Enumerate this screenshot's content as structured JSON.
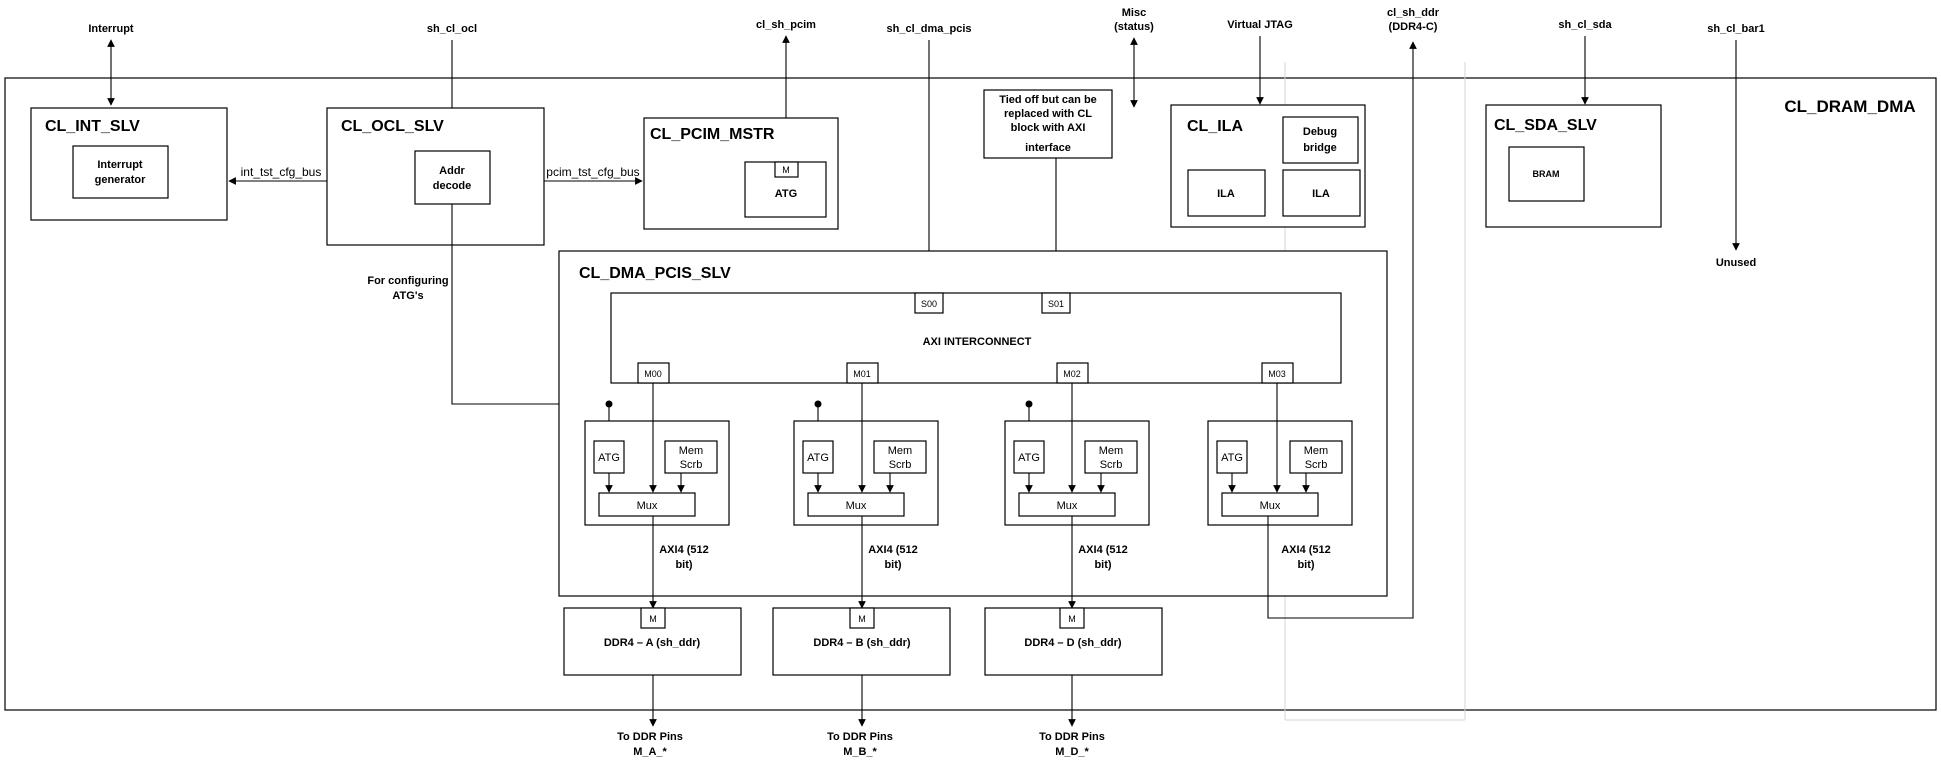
{
  "diagram": {
    "top_labels": {
      "interrupt": "Interrupt",
      "sh_cl_ocl": "sh_cl_ocl",
      "cl_sh_pcim": "cl_sh_pcim",
      "sh_cl_dma_pcis": "sh_cl_dma_pcis",
      "misc_1": "Misc",
      "misc_2": "(status)",
      "virtual_jtag": "Virtual JTAG",
      "cl_sh_ddr_1": "cl_sh_ddr",
      "cl_sh_ddr_2": "(DDR4-C)",
      "sh_cl_sda": "sh_cl_sda",
      "sh_cl_bar1": "sh_cl_bar1"
    },
    "cl_dram_dma": "CL_DRAM_DMA",
    "unused": "Unused",
    "cl_int_slv": {
      "title": "CL_INT_SLV",
      "inner_1": "Interrupt",
      "inner_2": "generator"
    },
    "cl_ocl_slv": {
      "title": "CL_OCL_SLV",
      "inner_1": "Addr",
      "inner_2": "decode"
    },
    "int_bus": "int_tst_cfg_bus",
    "pcim_bus": "pcim_tst_cfg_bus",
    "cl_pcim_mstr": {
      "title": "CL_PCIM_MSTR",
      "m": "M",
      "atg": "ATG"
    },
    "tied_off": [
      "Tied off but can be",
      "replaced with CL",
      "block with AXI",
      "interface"
    ],
    "cl_ila": {
      "title": "CL_ILA",
      "debug_1": "Debug",
      "debug_2": "bridge",
      "ila_1": "ILA",
      "ila_2": "ILA"
    },
    "cl_sda_slv": {
      "title": "CL_SDA_SLV",
      "bram": "BRAM"
    },
    "for_config_1": "For configuring",
    "for_config_2": "ATG's",
    "cl_dma_pcis_slv": "CL_DMA_PCIS_SLV",
    "axi_interconnect": "AXI INTERCONNECT",
    "s00": "S00",
    "s01": "S01",
    "m00": "M00",
    "m01": "M01",
    "m02": "M02",
    "m03": "M03",
    "channels": [
      {
        "atg": "ATG",
        "mem_1": "Mem",
        "mem_2": "Scrb",
        "mux": "Mux",
        "axi_1": "AXI4 (512",
        "axi_2": "bit)"
      },
      {
        "atg": "ATG",
        "mem_1": "Mem",
        "mem_2": "Scrb",
        "mux": "Mux",
        "axi_1": "AXI4 (512",
        "axi_2": "bit)"
      },
      {
        "atg": "ATG",
        "mem_1": "Mem",
        "mem_2": "Scrb",
        "mux": "Mux",
        "axi_1": "AXI4 (512",
        "axi_2": "bit)"
      },
      {
        "atg": "ATG",
        "mem_1": "Mem",
        "mem_2": "Scrb",
        "mux": "Mux",
        "axi_1": "AXI4 (512",
        "axi_2": "bit)"
      }
    ],
    "ddr": [
      {
        "m": "M",
        "label": "DDR4 – A (sh_ddr)",
        "pins_1": "To DDR Pins",
        "pins_2": "M_A_*"
      },
      {
        "m": "M",
        "label": "DDR4 – B (sh_ddr)",
        "pins_1": "To DDR Pins",
        "pins_2": "M_B_*"
      },
      {
        "m": "M",
        "label": "DDR4 – D (sh_ddr)",
        "pins_1": "To DDR Pins",
        "pins_2": "M_D_*"
      }
    ]
  }
}
